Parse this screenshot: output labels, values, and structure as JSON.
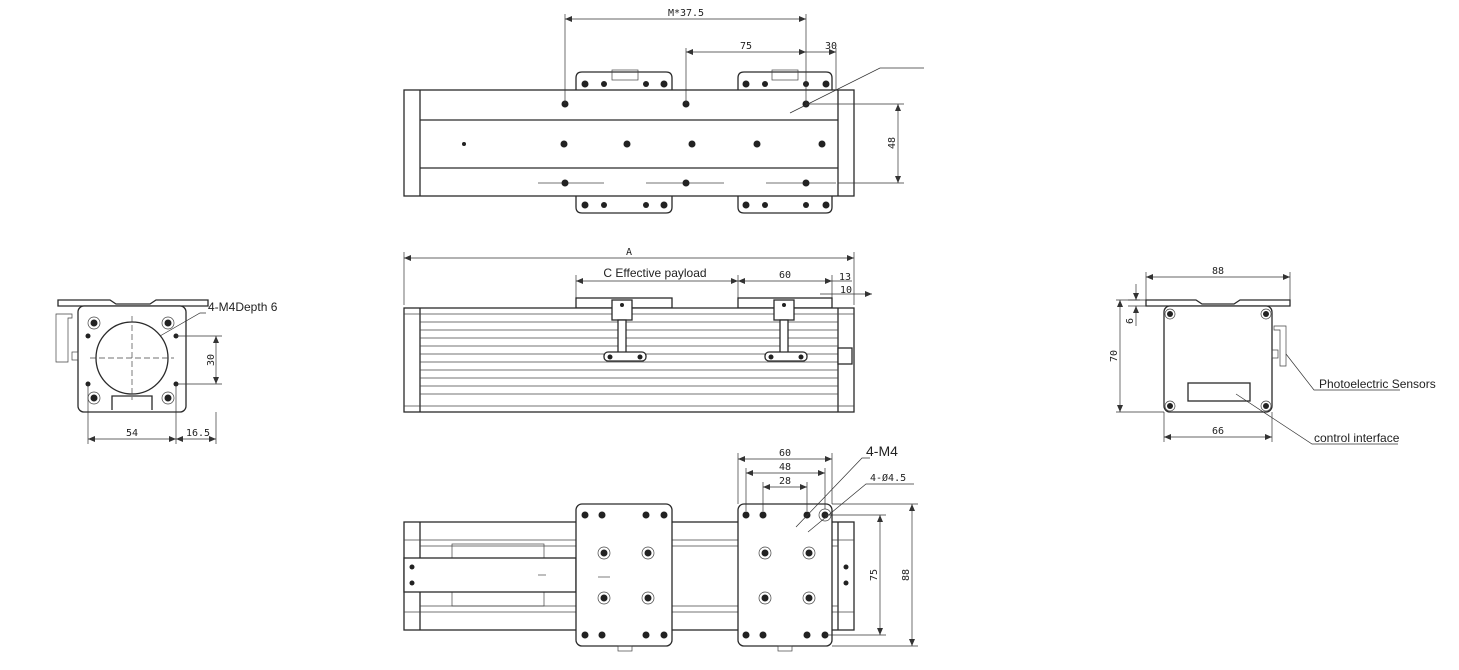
{
  "top_view": {
    "dim_m": "M*37.5",
    "dim_75": "75",
    "dim_30": "30",
    "dim_48": "48"
  },
  "side_view": {
    "dim_a": "A",
    "dim_c": "C Effective payload",
    "dim_60": "60",
    "dim_13": "13",
    "dim_10": "10"
  },
  "left_end_view": {
    "callout": "4-M4Depth 6",
    "dim_30": "30",
    "dim_54": "54",
    "dim_16_5": "16.5"
  },
  "right_end_view": {
    "dim_88": "88",
    "dim_6": "6",
    "dim_70": "70",
    "dim_66": "66",
    "label_sensor": "Photoelectric Sensors",
    "label_interface": "control interface"
  },
  "bottom_view": {
    "dim_60": "60",
    "dim_48": "48",
    "dim_28": "28",
    "callout_m4": "4-M4",
    "callout_hole": "4-Ø4.5",
    "dim_75": "75",
    "dim_88": "88"
  },
  "colors": {
    "line": "#2a2a2a",
    "background": "#ffffff"
  }
}
